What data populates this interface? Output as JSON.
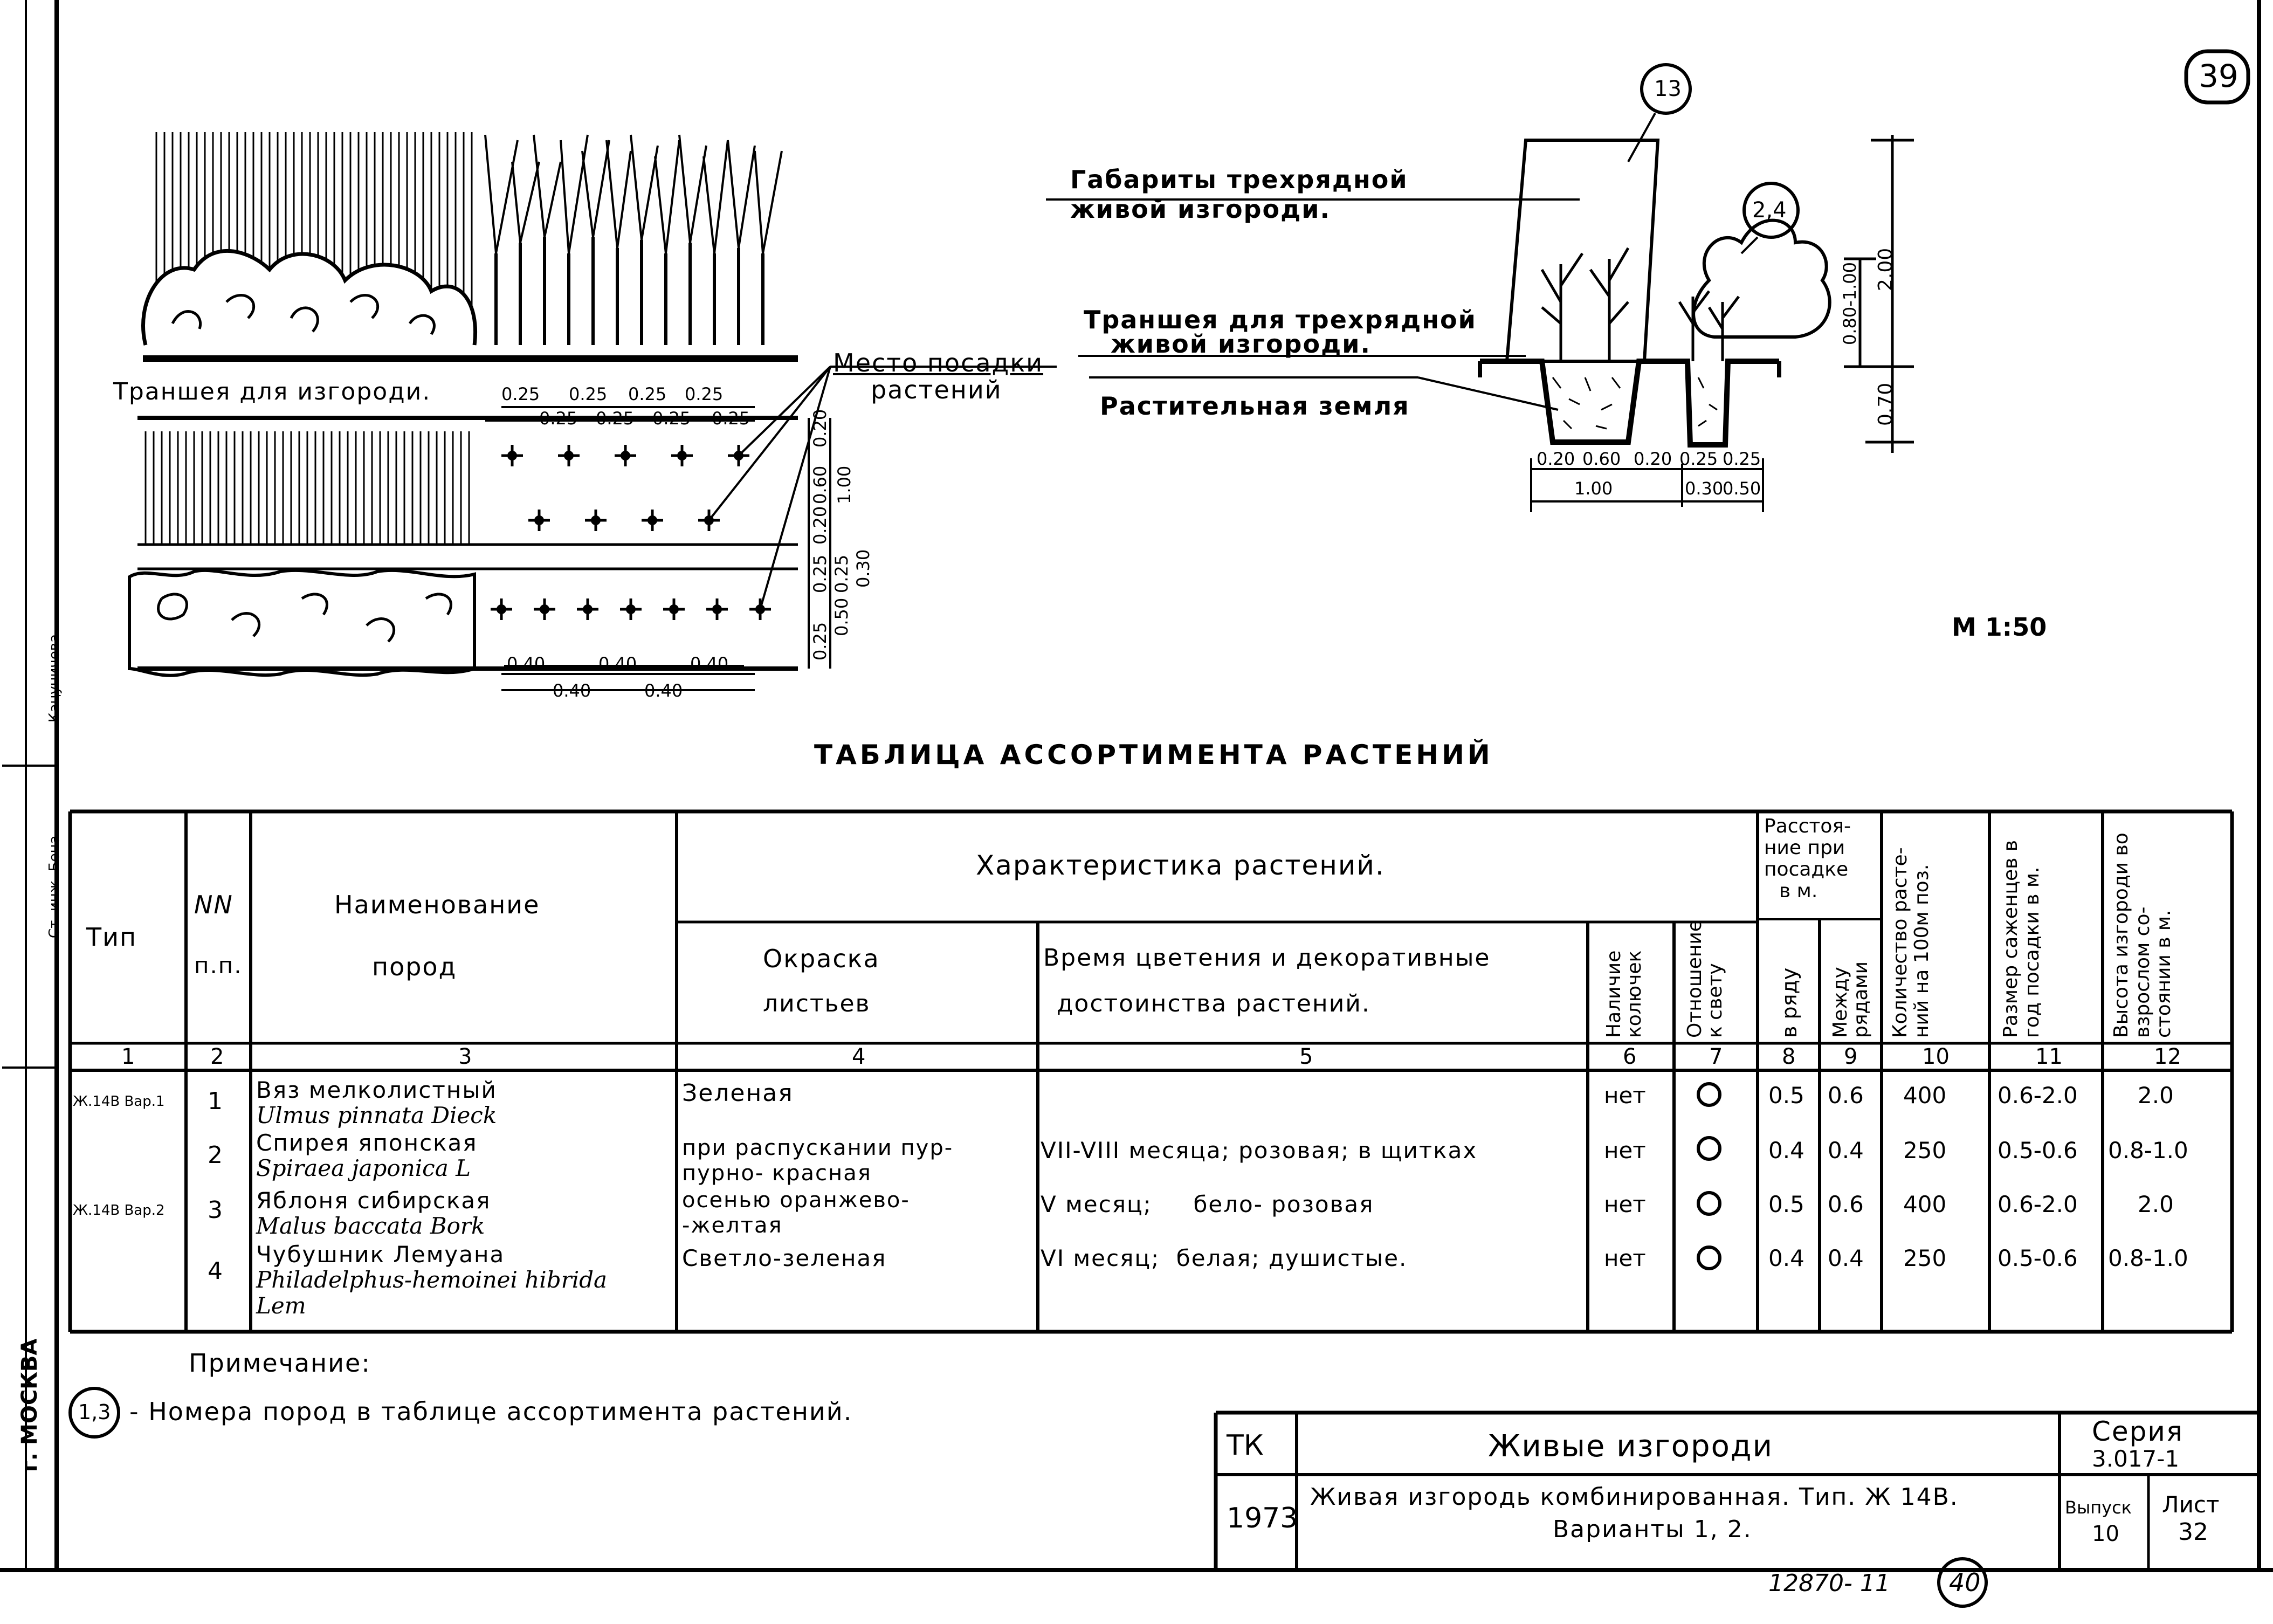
{
  "sheet": {
    "sheet_badge": "39",
    "bottom_badge": "40",
    "archive_number": "12870- 11",
    "city": "г. МОСКВА",
    "stamp_upper": "Кацуничева",
    "stamp_lower": "Ст. инж. Бена"
  },
  "drawing": {
    "label_trench_hedge": "Траншея для изгороди.",
    "label_planting_place_1": "Место посадки",
    "label_planting_place_2": "растений",
    "label_dimensions_1": "Габариты трехрядной",
    "label_dimensions_2": "живой изгороди.",
    "label_trench_three_1": "Траншея для трехрядной",
    "label_trench_three_2": "живой изгороди.",
    "label_soil": "Растительная земля",
    "callout_13": "13",
    "callout_24": "2,4",
    "scale": "М 1:50",
    "dims_top_row_a": [
      "0.25",
      "0.25",
      "0.25",
      "0.25"
    ],
    "dims_top_row_b": [
      "0.25",
      "0.25",
      "0.25",
      "0.25"
    ],
    "dims_vertical": [
      "0.20",
      "0.60",
      "0.20",
      "1.00",
      "0.25",
      "0.25",
      "0.30",
      "0.50",
      "0.25"
    ],
    "dims_bottom_row_a": [
      "0.40",
      "0.40",
      "0.40"
    ],
    "dims_bottom_row_b": [
      "0.40",
      "0.40"
    ],
    "section_dims_top": [
      "0.20",
      "0.60",
      "0.20",
      "0.25",
      "0.25"
    ],
    "section_dims_bottom": [
      "1.00",
      "0.30",
      "0.50"
    ],
    "section_height_upper": "2.00",
    "section_height_range": "0.80-1.00",
    "section_height_lower": "0.70"
  },
  "table": {
    "title": "ТАБЛИЦА АССОРТИМЕНТА РАСТЕНИЙ",
    "headers": {
      "type": "Тип",
      "nn": "NN",
      "nn_sub": "п.п.",
      "name_1": "Наименование",
      "name_2": "пород",
      "characteristics": "Характеристика растений.",
      "color_1": "Окраска",
      "color_2": "листьев",
      "bloom_1": "Время цветения и декоративные",
      "bloom_2": "достоинства растений.",
      "thorns": "Наличие колючек",
      "light": "Отношение к свету",
      "distance_1": "Расстоя-",
      "distance_2": "ние при",
      "distance_3": "посадке",
      "distance_4": "в м.",
      "in_row": "в ряду",
      "between_rows": "Между рядами",
      "count": "Количество расте- ний на 100м поз.",
      "size": "Размер саженцев в год посадки в м.",
      "height": "Высота изгороди во взрослом со- стоянии в м."
    },
    "column_numbers": [
      "1",
      "2",
      "3",
      "4",
      "5",
      "6",
      "7",
      "8",
      "9",
      "10",
      "11",
      "12"
    ],
    "rows": [
      {
        "type": "Ж.14В Вар.1",
        "num": "1",
        "name_ru": "Вяз мелколистный",
        "name_lat": "Ulmus pinnata Dieck",
        "color": "Зеленая",
        "color_2": "",
        "bloom": "",
        "thorns": "нет",
        "light": "O",
        "in_row": "0.5",
        "between": "0.6",
        "count": "400",
        "size": "0.6-2.0",
        "height": "2.0"
      },
      {
        "type": "",
        "num": "2",
        "name_ru": "Спирея японская",
        "name_lat": "Spiraea japonica L",
        "color": "при распускании пур-",
        "color_2": "пурно- красная",
        "bloom": "VII-VIII месяца; розовая; в щитках",
        "thorns": "нет",
        "light": "O",
        "in_row": "0.4",
        "between": "0.4",
        "count": "250",
        "size": "0.5-0.6",
        "height": "0.8-1.0"
      },
      {
        "type": "Ж.14В Вар.2",
        "num": "3",
        "name_ru": "Яблоня сибирская",
        "name_lat": "Malus baccata Bork",
        "color": "осенью оранжево-",
        "color_2": "-желтая",
        "bloom": "V месяц;     бело- розовая",
        "thorns": "нет",
        "light": "O",
        "in_row": "0.5",
        "between": "0.6",
        "count": "400",
        "size": "0.6-2.0",
        "height": "2.0"
      },
      {
        "type": "",
        "num": "4",
        "name_ru": "Чубушник Лемуана",
        "name_lat": "Philadelphus-hemoinei hibrida",
        "name_lat_2": "Lem",
        "color": "Светло-зеленая",
        "color_2": "",
        "bloom": "VI месяц;  белая; душистые.",
        "thorns": "нет",
        "light": "O",
        "in_row": "0.4",
        "between": "0.4",
        "count": "250",
        "size": "0.5-0.6",
        "height": "0.8-1.0"
      }
    ]
  },
  "note": {
    "heading": "Примечание:",
    "marker": "1,3",
    "text": "- Номера пород в таблице ассортимента растений."
  },
  "title_block": {
    "tk": "ТК",
    "year": "1973",
    "title": "Живые изгороди",
    "description_1": "Живая изгородь комбинированная. Тип. Ж 14В.",
    "description_2": "Варианты 1, 2.",
    "series_label": "Серия",
    "series_value": "3.017-1",
    "issue_label": "Выпуск",
    "issue_value": "10",
    "sheet_label": "Лист",
    "sheet_value": "32"
  }
}
